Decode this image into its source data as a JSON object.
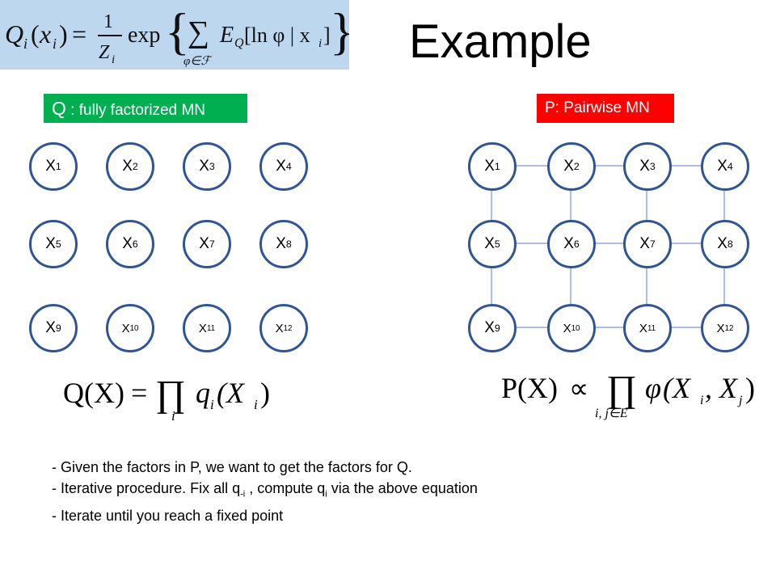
{
  "slide": {
    "title": "Example",
    "formula": {
      "lhs_symbol": "Q",
      "lhs_subscript": "i",
      "lhs_arg_var": "x",
      "lhs_arg_subscript": "i",
      "equals": "=",
      "frac_numerator": "1",
      "frac_denominator": "Z",
      "frac_denominator_subscript": "i",
      "exp_word": "exp",
      "sum_symbol": "∑",
      "sum_limit": "φ∈ℱ",
      "expect_symbol": "E",
      "expect_subscript": "Q",
      "expect_body": "[ln φ | x",
      "expect_body_subscript": "i",
      "expect_close": "]"
    },
    "left_panel": {
      "tag_prefix": "Q",
      "tag_text": " : fully factorized MN",
      "nodes": [
        {
          "base": "X",
          "sub": "1"
        },
        {
          "base": "X",
          "sub": "2"
        },
        {
          "base": "X",
          "sub": "3"
        },
        {
          "base": "X",
          "sub": "4"
        },
        {
          "base": "X",
          "sub": "5"
        },
        {
          "base": "X",
          "sub": "6"
        },
        {
          "base": "X",
          "sub": "7"
        },
        {
          "base": "X",
          "sub": "8"
        },
        {
          "base": "X",
          "sub": "9"
        },
        {
          "base": "X",
          "sub": "10"
        },
        {
          "base": "X",
          "sub": "11"
        },
        {
          "base": "X",
          "sub": "12"
        }
      ],
      "equation": {
        "lhs": "Q(X)",
        "equals": "=",
        "prod": "∏",
        "prod_index": "i",
        "factor": "q",
        "factor_sub": "i",
        "arg": "(X",
        "arg_sub": "i",
        "close": ")"
      }
    },
    "right_panel": {
      "tag_text": "P: Pairwise MN",
      "nodes": [
        {
          "base": "X",
          "sub": "1"
        },
        {
          "base": "X",
          "sub": "2"
        },
        {
          "base": "X",
          "sub": "3"
        },
        {
          "base": "X",
          "sub": "4"
        },
        {
          "base": "X",
          "sub": "5"
        },
        {
          "base": "X",
          "sub": "6"
        },
        {
          "base": "X",
          "sub": "7"
        },
        {
          "base": "X",
          "sub": "8"
        },
        {
          "base": "X",
          "sub": "9"
        },
        {
          "base": "X",
          "sub": "10"
        },
        {
          "base": "X",
          "sub": "11"
        },
        {
          "base": "X",
          "sub": "12"
        }
      ],
      "edges": [
        [
          1,
          2
        ],
        [
          2,
          3
        ],
        [
          3,
          4
        ],
        [
          5,
          6
        ],
        [
          6,
          7
        ],
        [
          7,
          8
        ],
        [
          9,
          10
        ],
        [
          10,
          11
        ],
        [
          11,
          12
        ],
        [
          1,
          5
        ],
        [
          2,
          6
        ],
        [
          3,
          7
        ],
        [
          4,
          8
        ],
        [
          5,
          9
        ],
        [
          6,
          10
        ],
        [
          7,
          11
        ],
        [
          8,
          12
        ]
      ],
      "equation": {
        "lhs": "P(X)",
        "prop": "∝",
        "prod": "∏",
        "prod_index": "i, j∈E",
        "factor": "φ",
        "arg_open": "(X",
        "arg_sub1": "i",
        "comma": ", X",
        "arg_sub2": "j",
        "close": ")"
      }
    },
    "bullets": {
      "line1": "- Given the factors in P, we want to get the factors for Q.",
      "line2_a": " - Iterative procedure. Fix all q",
      "line2_sub1": "-i",
      "line2_b": " , compute q",
      "line2_sub2": "i",
      "line2_c": "  via the above equation",
      "line3": " - Iterate until you reach a fixed point"
    },
    "colors": {
      "node_border": "#2f5597",
      "edge": "#8faadc",
      "q_tag": "#00b050",
      "p_tag": "#ff0000",
      "formula_bg": "#bdd7ee"
    }
  }
}
